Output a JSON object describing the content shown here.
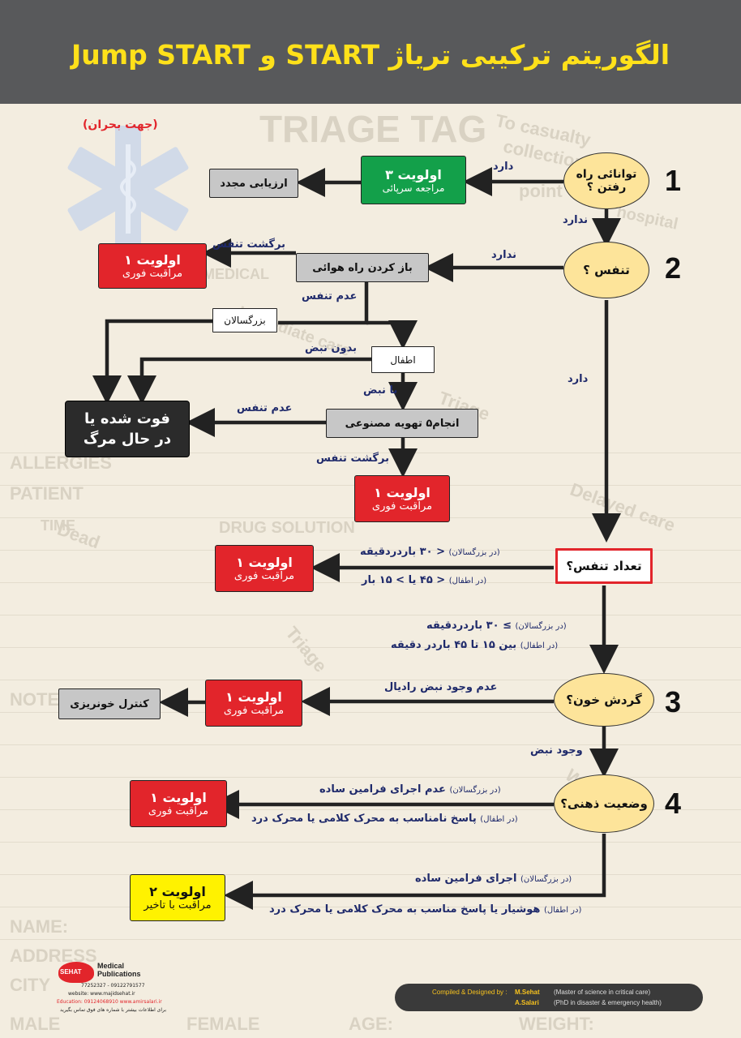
{
  "title": "الگوریتم ترکیبی تریاژ START و Jump START",
  "subtitle": "(جهت بحران)",
  "background": {
    "triage_tag": "TRIAGE TAG",
    "to_casualty": "To casualty",
    "collection": "collection",
    "point": "point",
    "hospital": "hospital",
    "medical": "MEDICAL",
    "immediate_care": "Immediate care",
    "allergies": "ALLERGIES",
    "patient": "PATIENT",
    "time": "TIME",
    "drug_solution": "DRUG SOLUTION",
    "dead": "Dead",
    "delayed_care": "Delayed care",
    "triage": "Triage",
    "triage2": "Triage",
    "notes": "NOTES",
    "name": "NAME:",
    "address": "ADDRESS",
    "city": "CITY",
    "male": "MALE",
    "female": "FEMALE",
    "age": "AGE:",
    "weight": "WEIGHT:",
    "wounds": "Wounds"
  },
  "steps": {
    "step1_num": "1",
    "step2_num": "2",
    "step3_num": "3",
    "step4_num": "4"
  },
  "decisions": {
    "walk": "توانائی راه رفتن ؟",
    "breath": "تنفس ؟",
    "rate": "تعداد تنفس؟",
    "circulation": "گردش خون؟",
    "mental": "وضعیت ذهنی؟"
  },
  "boxes": {
    "p3_title": "اولویت ۳",
    "p3_sub": "مراجعه سرپائی",
    "reeval": "ارزیابی مجدد",
    "p1a_title": "اولویت ۱",
    "p1a_sub": "مراقبت فوری",
    "open_airway": "باز کردن راه هوائی",
    "adults": "بزرگسالان",
    "children": "اطفال",
    "dead_box": "فوت شده یا در حال مرگ",
    "ventilation": "انجام۵ تهویه مصنوعی",
    "p1b_title": "اولویت ۱",
    "p1b_sub": "مراقبت فوری",
    "p1c_title": "اولویت ۱",
    "p1c_sub": "مراقبت فوری",
    "p1d_title": "اولویت ۱",
    "p1d_sub": "مراقبت فوری",
    "bleeding": "کنترل خونریزی",
    "p1e_title": "اولویت ۱",
    "p1e_sub": "مراقبت فوری",
    "p2_title": "اولویت ۲",
    "p2_sub": "مراقبت با تاخیر"
  },
  "labels": {
    "yes1": "دارد",
    "no1": "ندارد",
    "no2": "ندارد",
    "breath_return1": "برگشت تنفس",
    "no_breath1": "عدم تنفس",
    "no_pulse": "بدون نبض",
    "with_pulse": "با نبض",
    "no_breath2": "عدم تنفس",
    "breath_return2": "برگشت تنفس",
    "yes2": "دارد",
    "rate_hi_adult": "< ۳۰ باردردقیقه",
    "rate_hi_adult_sub": "(در بزرگسالان)",
    "rate_child": "< ۴۵ یا > ۱۵ بار",
    "rate_child_sub": "(در اطفال)",
    "rate_lo_adult": "≥ ۳۰ باردردقیقه",
    "rate_lo_adult_sub": "(در بزرگسالان)",
    "rate_mid_child": "بین ۱۵ تا ۴۵ باردر دقیقه",
    "rate_mid_child_sub": "(در اطفال)",
    "no_radial": "عدم وجود نبض رادیال",
    "has_pulse": "وجود نبض",
    "no_obey": "عدم اجرای فرامین ساده",
    "no_obey_sub": "(در بزرگسالان)",
    "bad_response": "پاسخ نامناسب به محرک کلامی یا محرک درد",
    "bad_response_sub": "(در اطفال)",
    "obey": "اجرای فرامین ساده",
    "obey_sub": "(در بزرگسالان)",
    "alert": "هوشیار یا پاسخ مناسب به محرک کلامی یا محرک درد",
    "alert_sub": "(در اطفال)"
  },
  "logo": {
    "brand": "SEHAT",
    "line1": "Medical",
    "line2": "Publications",
    "phone": "77252327 - 09122791577",
    "web": "website: www.majidsehat.ir",
    "edu": "Education: 09124068910  www.amirsalari.ir",
    "note": "برای اطلاعات بیشتر با شماره های فوق تماس بگیرید"
  },
  "footer": {
    "compiled": "Compiled & Designed by :",
    "author1": "M.Sehat",
    "author1_desc": "(Master of science in critical care)",
    "author2": "A.Salari",
    "author2_desc": "(PhD in disaster & emergency health)"
  },
  "colors": {
    "header": "#58595b",
    "title": "#ffe11a",
    "priority1": "#e2252b",
    "priority2": "#fff200",
    "priority3": "#13a04a",
    "decision": "#fde49a",
    "label": "#1f2a6b"
  }
}
